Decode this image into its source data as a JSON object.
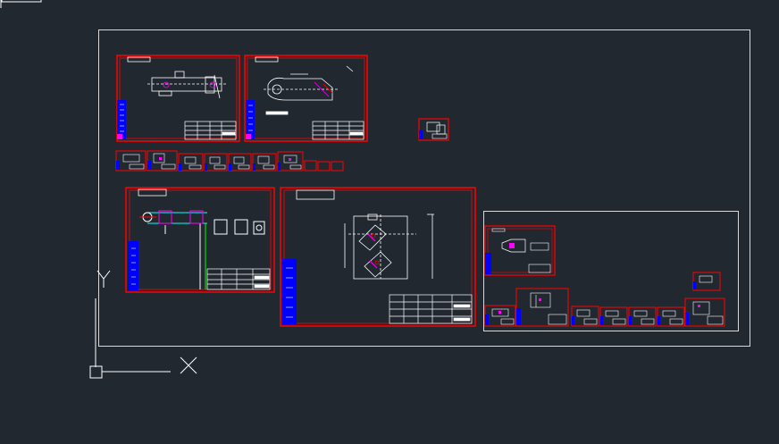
{
  "app": {
    "viewport": "model-space-canvas",
    "background_color": "#212830"
  },
  "colors": {
    "border": "#d8d8d8",
    "frame": "#ff0000",
    "line": "#ffffff",
    "accent_magenta": "#ff00ff",
    "accent_blue": "#0000ff",
    "accent_cyan": "#00ffff",
    "accent_green": "#00ff00"
  },
  "ucs": {
    "x_label": "X",
    "y_label": "Y",
    "icon": "ucs-icon"
  },
  "sheets": {
    "count_top_row": 2,
    "count_small_strip": 9,
    "count_middle_large": 2,
    "count_right_group": 8
  }
}
